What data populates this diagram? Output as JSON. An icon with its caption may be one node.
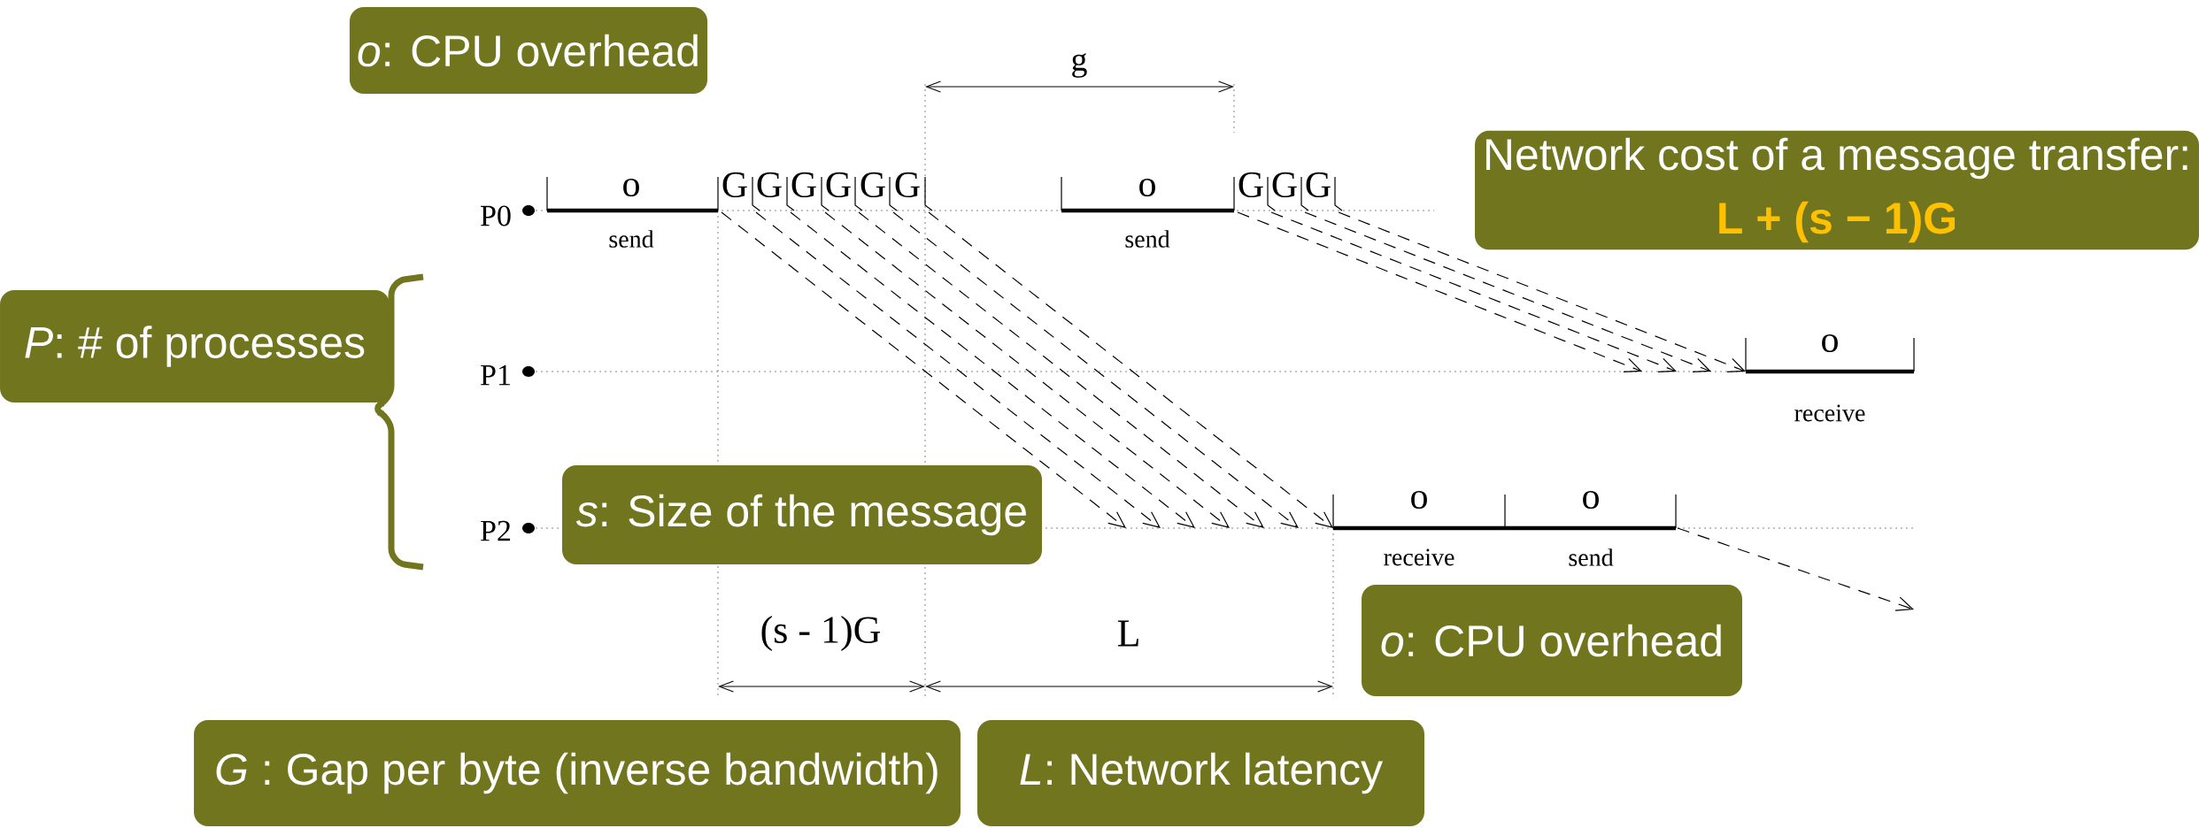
{
  "diagram": {
    "nodes": [
      {
        "text": [
          "*o*: CPU overhead"
        ]
      },
      {
        "text": [
          "Network cost of a message transfer:",
          "L + (s − 1)G"
        ]
      },
      {
        "text": [
          "*P*: # of processes"
        ]
      },
      {
        "text": [
          "*s*: Size of the message"
        ]
      },
      {
        "text": [
          "*o*: CPU overhead"
        ]
      },
      {
        "text": [
          "*G* : Gap per byte (inverse bandwidth)"
        ]
      },
      {
        "text": [
          "*L*: Network latency"
        ]
      }
    ],
    "labels": [
      "g",
      "o",
      "G",
      "G",
      "G",
      "G",
      "G",
      "G",
      "o",
      "G",
      "G",
      "G",
      "P0",
      "send",
      "send",
      "P1",
      "o",
      "receive",
      "P2",
      "o",
      "o",
      "receive",
      "send",
      "(s - 1)G",
      "L"
    ]
  }
}
